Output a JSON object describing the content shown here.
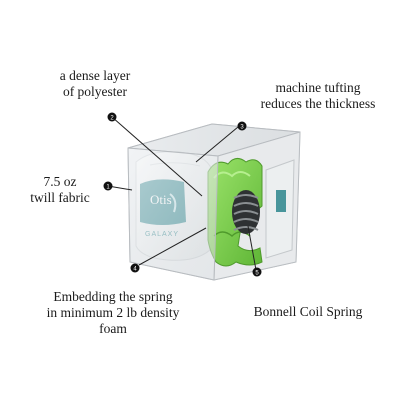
{
  "labels": {
    "fabric": [
      "7.5 oz",
      "twill fabric"
    ],
    "polyester": [
      "a dense layer",
      "of polyester"
    ],
    "tufting": [
      "machine tufting",
      "reduces the thickness"
    ],
    "foam": [
      "Embedding the spring",
      "in minimum 2 lb density",
      "foam"
    ],
    "spring": [
      "Bonnell Coil Spring"
    ]
  },
  "callouts": [
    "1",
    "2",
    "3",
    "4",
    "5"
  ],
  "logo": {
    "brand": "Otis",
    "product": "GALAXY"
  },
  "colors": {
    "foam": "#7fd14d",
    "fabric": "#f4f6f4",
    "logo_badge": "#1f7e86",
    "marker": "#111111",
    "acrylic_edge": "#b8bcc0"
  }
}
